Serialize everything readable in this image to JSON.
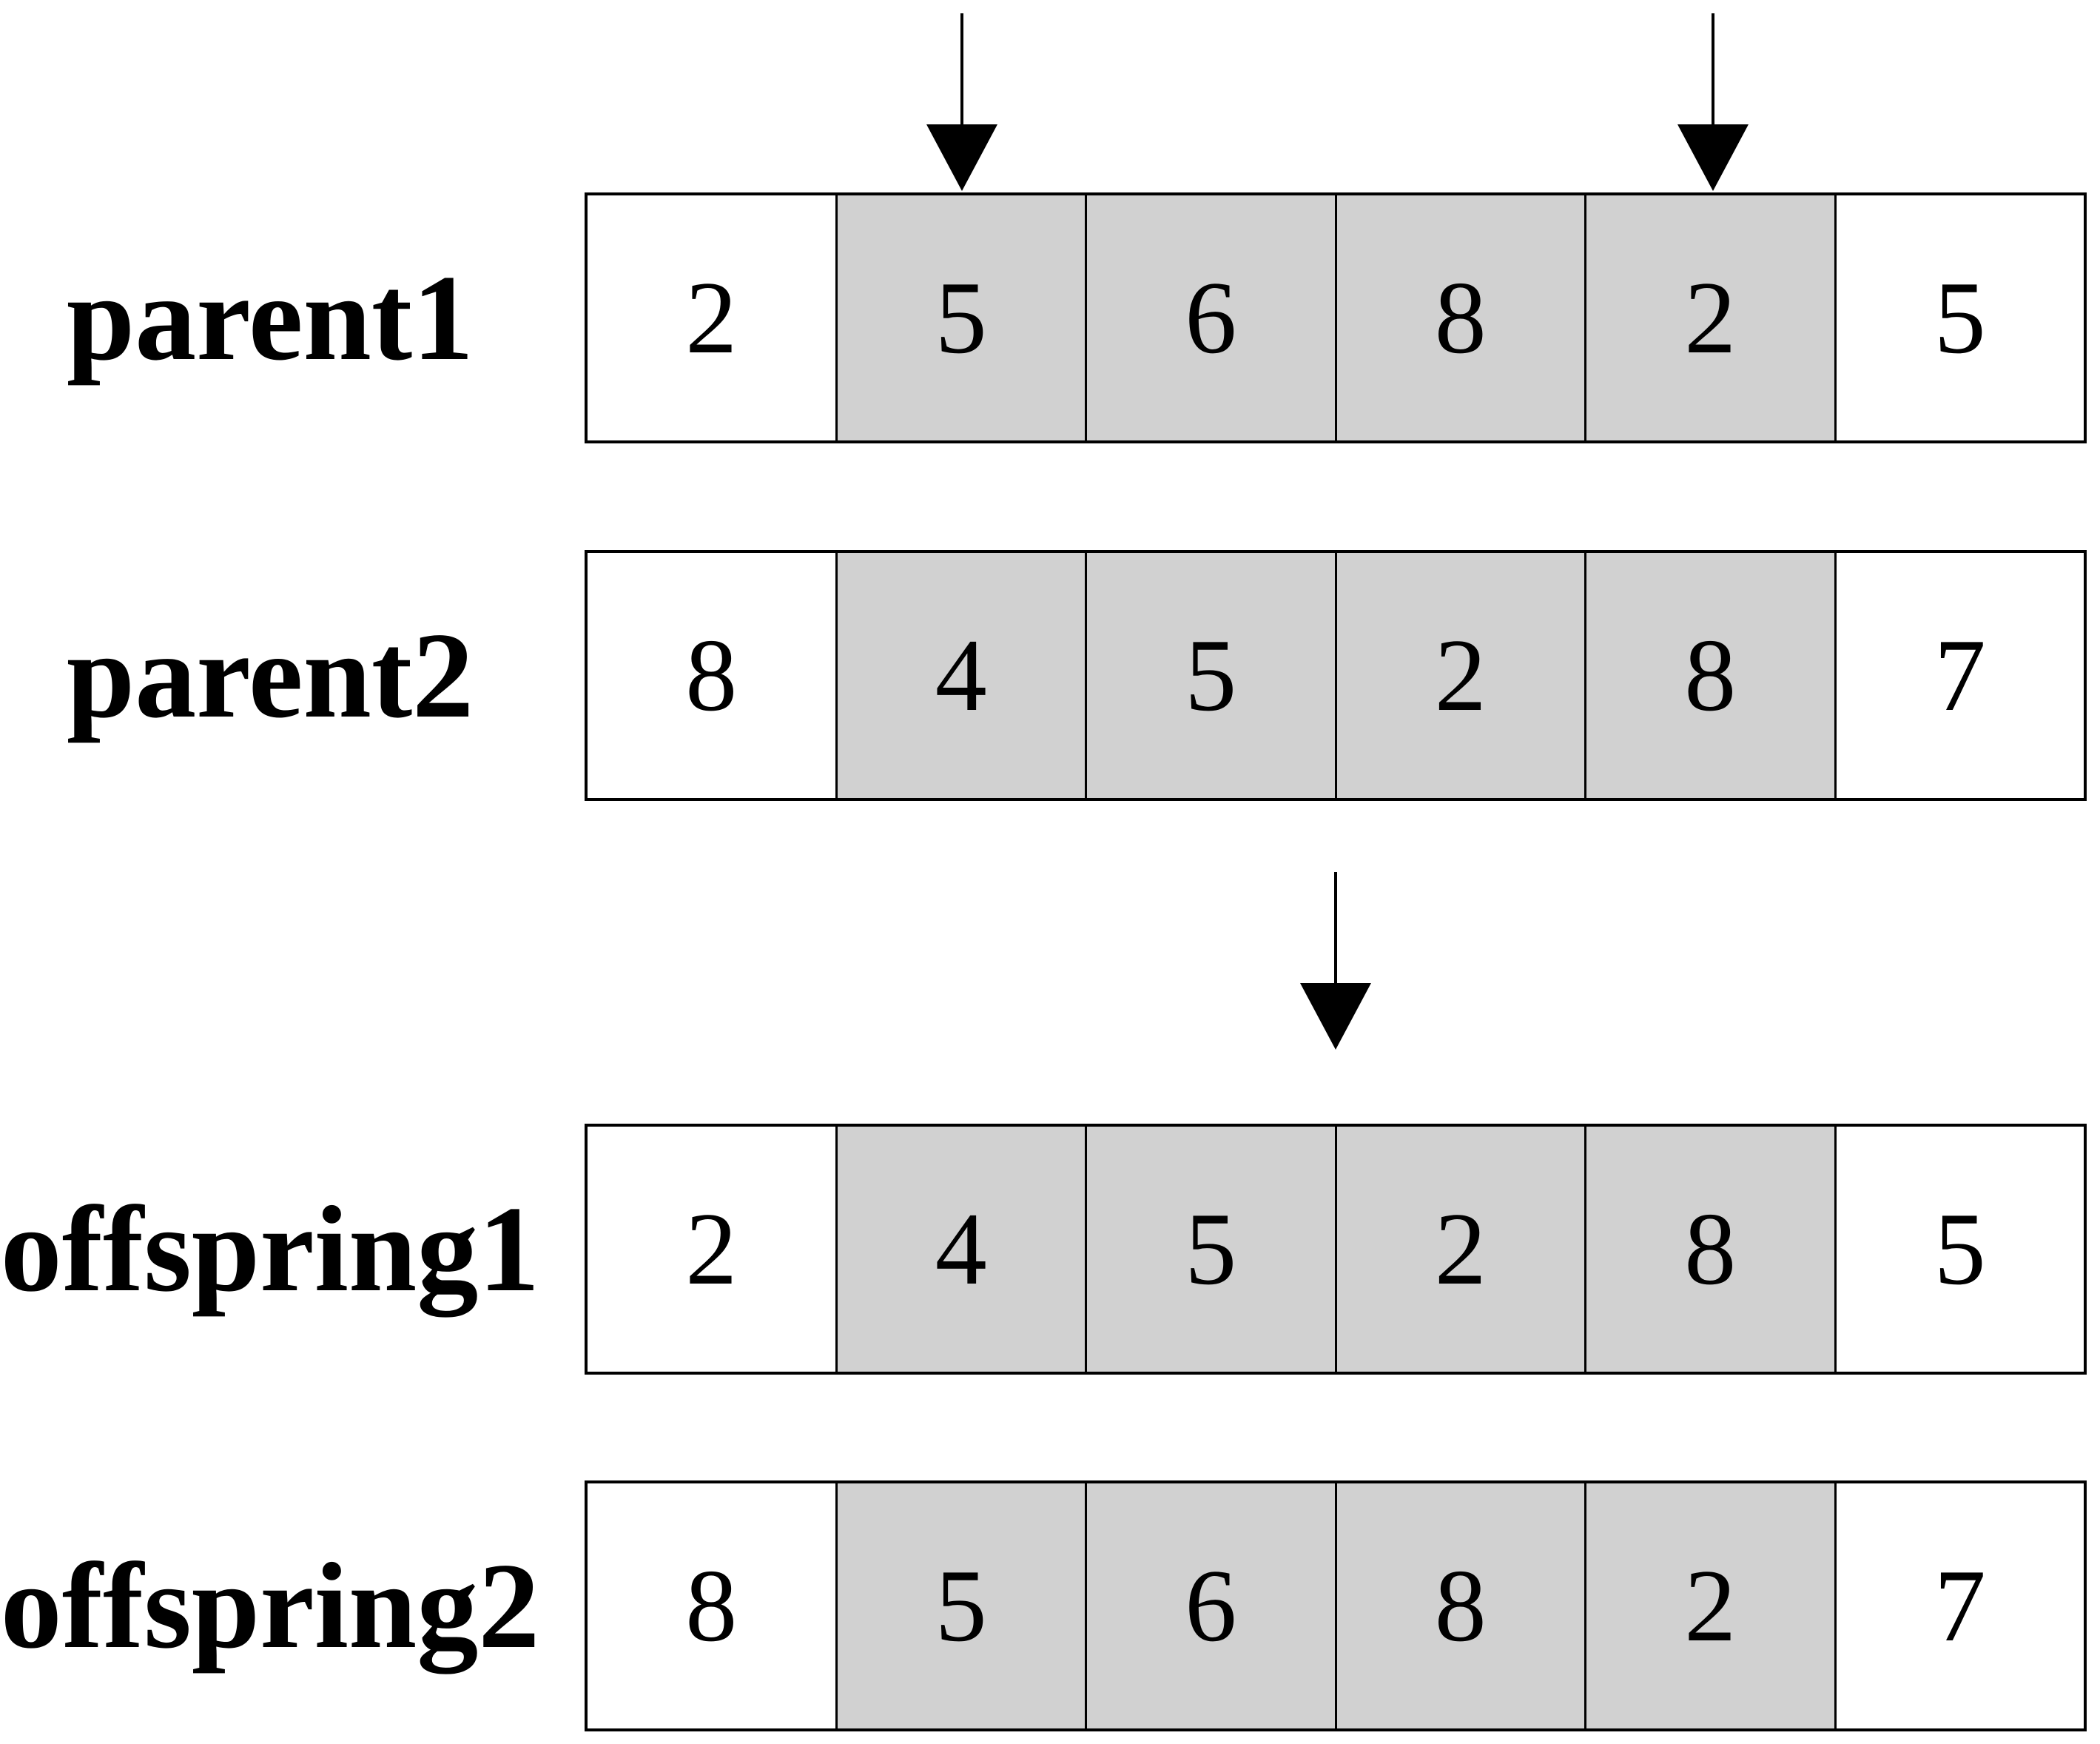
{
  "colors": {
    "segment_fill": "#d1d1d1",
    "outside_fill": "#ffffff",
    "stroke": "#000000"
  },
  "rows": [
    {
      "label": "parent1",
      "genes": [
        "2",
        "5",
        "6",
        "8",
        "2",
        "5"
      ]
    },
    {
      "label": "parent2",
      "genes": [
        "8",
        "4",
        "5",
        "2",
        "8",
        "7"
      ]
    },
    {
      "label": "offspring1",
      "genes": [
        "2",
        "4",
        "5",
        "2",
        "8",
        "5"
      ]
    },
    {
      "label": "offspring2",
      "genes": [
        "8",
        "5",
        "6",
        "8",
        "2",
        "7"
      ]
    }
  ],
  "shaded_gene_positions": [
    2,
    3,
    4,
    5
  ],
  "arrows": [
    {
      "name": "crossover-point-1-arrow",
      "icon": "down-arrow-icon"
    },
    {
      "name": "crossover-point-2-arrow",
      "icon": "down-arrow-icon"
    },
    {
      "name": "crossover-result-arrow",
      "icon": "down-arrow-icon"
    }
  ]
}
